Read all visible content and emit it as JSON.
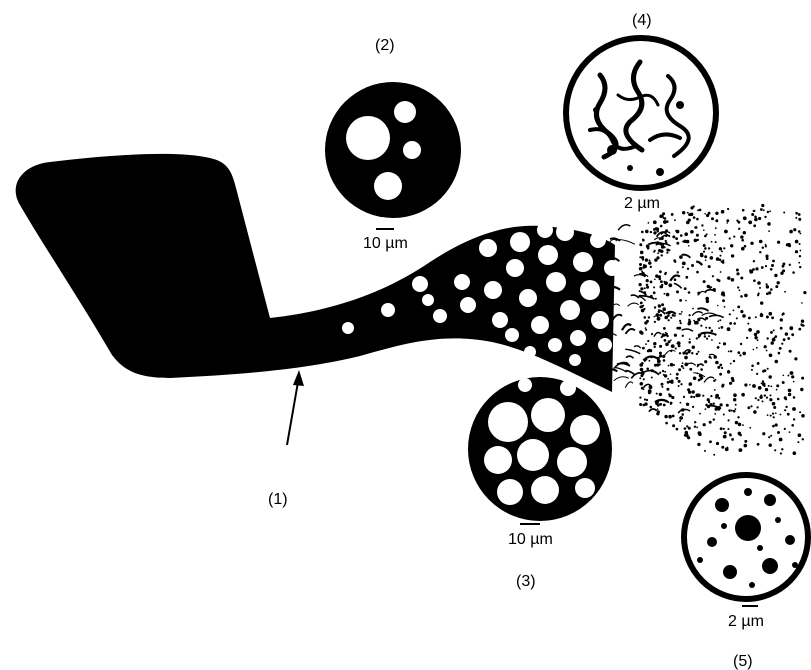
{
  "stage_labels": {
    "jet": "(1)",
    "bubbly": "(2)",
    "foam": "(3)",
    "ligaments": "(4)",
    "droplets": "(5)"
  },
  "scale_bars": {
    "bubbly": "10 µm",
    "ligaments": "2 µm",
    "foam": "10 µm",
    "droplets": "2 µm"
  },
  "colors": {
    "ink": "#000000",
    "paper": "#ffffff"
  }
}
